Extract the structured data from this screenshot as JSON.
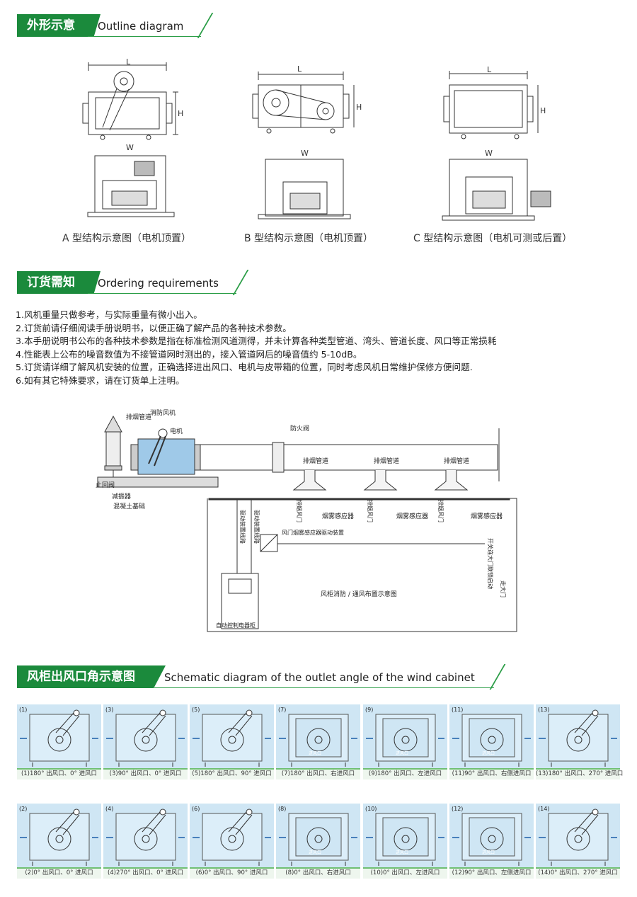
{
  "sections": {
    "outline": {
      "cn": "外形示意",
      "en": "Outline diagram"
    },
    "ordering": {
      "cn": "订货需知",
      "en": "Ordering requirements"
    },
    "outlet": {
      "cn": "风柜出风口角示意图",
      "en": "Schematic diagram of the outlet angle of the wind cabinet"
    }
  },
  "outline_diagrams": {
    "dim_labels": {
      "length": "L",
      "height": "H",
      "width": "W"
    },
    "captions": [
      "A 型结构示意图（电机顶置）",
      "B 型结构示意图（电机顶置）",
      "C 型结构示意图（电机可测或后置）"
    ]
  },
  "requirements": [
    "1.风机重量只做参考，与实际重量有微小出入。",
    "2.订货前请仔细阅读手册说明书，以便正确了解产品的各种技术参数。",
    "3.本手册说明书公布的各种技术参数是指在标准检测风道测得，并未计算各种类型管道、湾头、管道长度、风口等正常损耗",
    "4.性能表上公布的噪音数值为不接管道网时测出的，接入管道网后的噪音值约 5-10dB。",
    "5.订货请详细了解风机安装的位置，正确选择进出风口、电机与皮带箱的位置，同时考虑风机日常维护保修方便问题.",
    "6.如有其它特殊要求，请在订货单上注明。"
  ],
  "system_diagram": {
    "fan": "消防风机",
    "motor": "电机",
    "exhaust_pipe_vertical": "排烟管道",
    "fire_damper": "防火阀",
    "exhaust_pipe": "排烟管道",
    "check_valve": "止回阀",
    "damper": "减振器",
    "concrete_base": "混凝土基础",
    "drive_line": "驱动装置线路",
    "exhaust_outlet": "排烟风门",
    "smoke_sensor": "烟雾感应器",
    "damper_sensor": "风门烟雾感应器驱动装置",
    "door_switch": "开关连大门联锁启动",
    "title": "风柜消防 / 通风布置示意图",
    "control_cabinet": "自动控制电器柜",
    "big_door": "走大门"
  },
  "outlet_angles": {
    "row1": [
      {
        "num": "(1)",
        "caption": "(1)180° 出风口、0° 进风口"
      },
      {
        "num": "(3)",
        "caption": "(3)90° 出风口、0° 进风口"
      },
      {
        "num": "(5)",
        "caption": "(5)180° 出风口、90° 进风口"
      },
      {
        "num": "(7)",
        "caption": "(7)180° 出风口、右进风口"
      },
      {
        "num": "(9)",
        "caption": "(9)180° 出风口、左进风口"
      },
      {
        "num": "(11)",
        "caption": "(11)90° 出风口、右侧进风口"
      },
      {
        "num": "(13)",
        "caption": "(13)180° 出风口、270° 进风口"
      }
    ],
    "row2": [
      {
        "num": "(2)",
        "caption": "(2)0° 出风口、0° 进风口"
      },
      {
        "num": "(4)",
        "caption": "(4)270° 出风口、0° 进风口"
      },
      {
        "num": "(6)",
        "caption": "(6)0° 出风口、90° 进风口"
      },
      {
        "num": "(8)",
        "caption": "(8)0° 出风口、右进风口"
      },
      {
        "num": "(10)",
        "caption": "(10)0° 出风口、左进风口"
      },
      {
        "num": "(12)",
        "caption": "(12)90° 出风口、左侧进风口"
      },
      {
        "num": "(14)",
        "caption": "(14)0° 出风口、270° 进风口"
      }
    ],
    "inner_label": "进风口"
  }
}
